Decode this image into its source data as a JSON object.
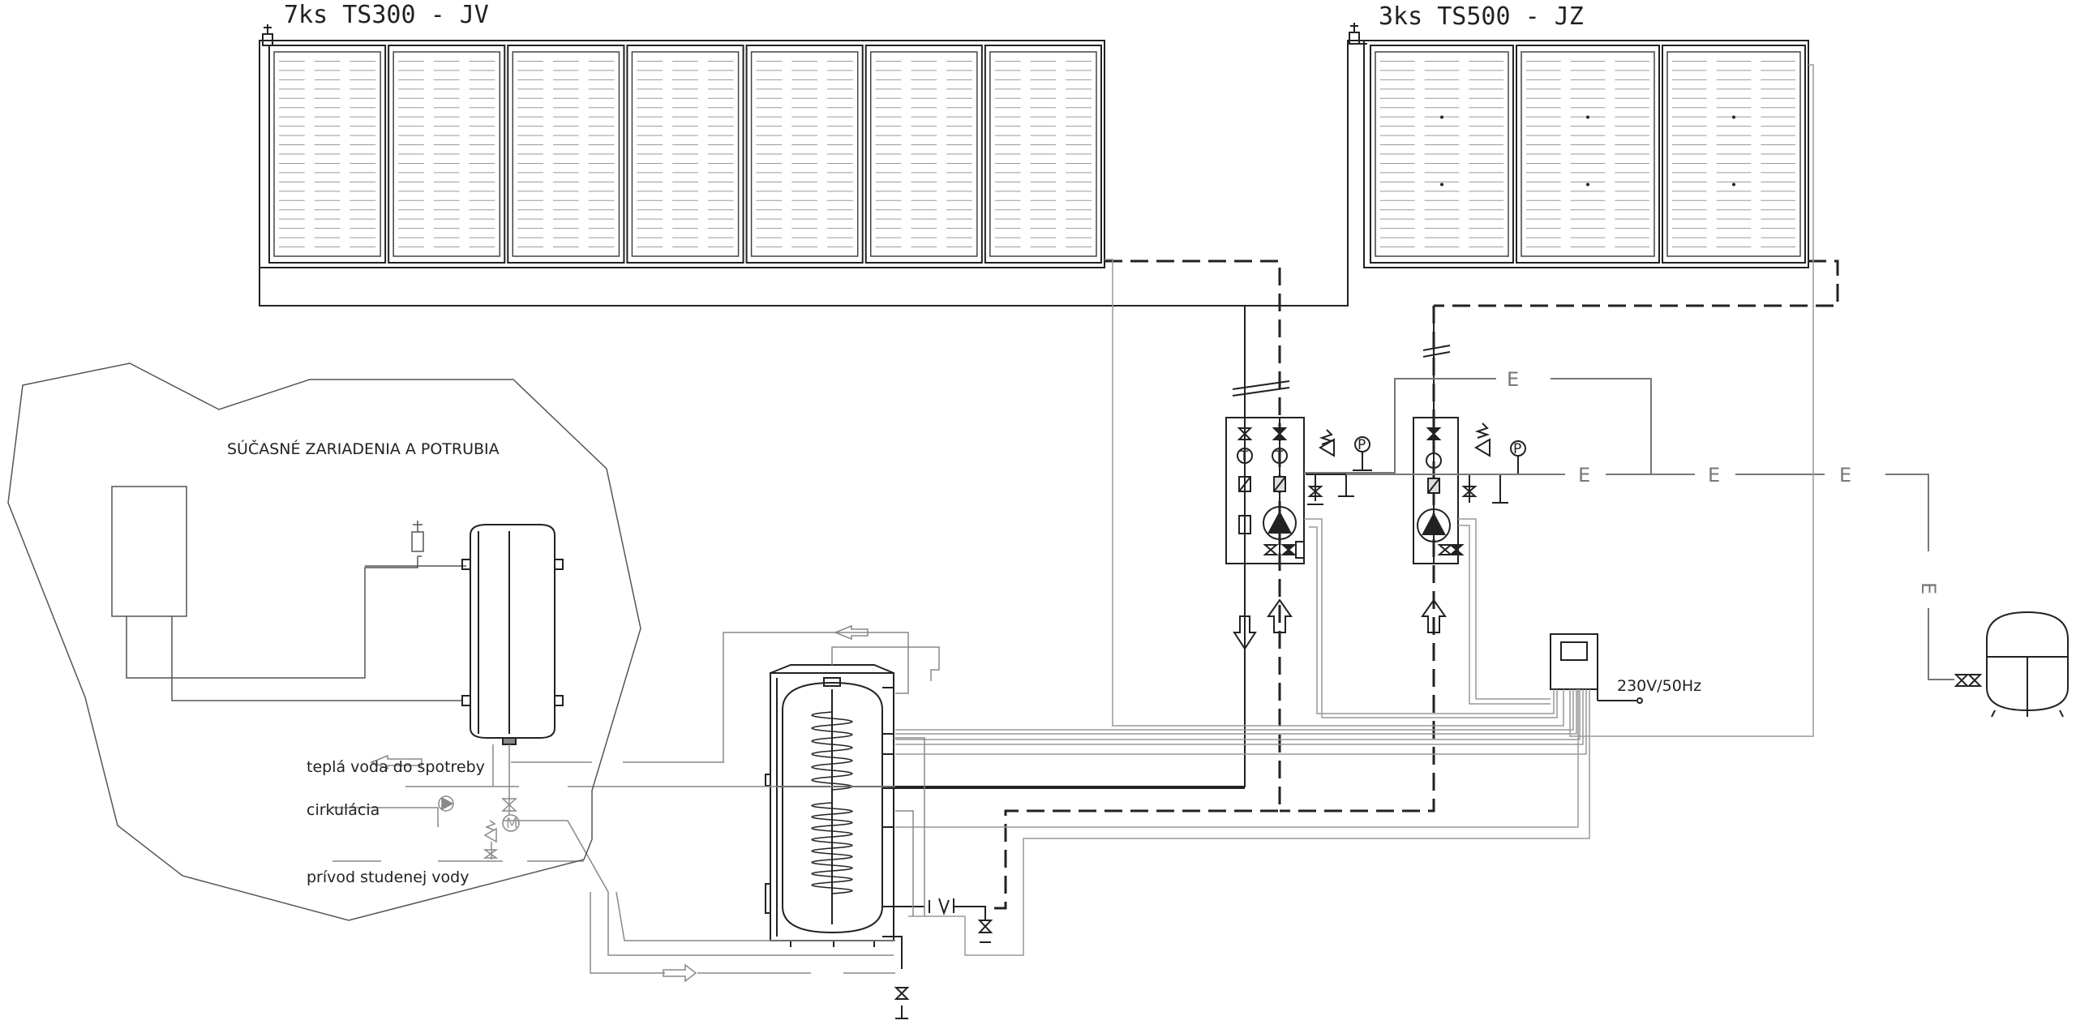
{
  "arrays": [
    {
      "id": "west",
      "label": "7ks TS300 - JV",
      "count": 7
    },
    {
      "id": "east",
      "label": "3ks TS500 - JZ",
      "count": 3
    }
  ],
  "existing_area": {
    "label": "SÚČASNÉ ZARIADENIA A POTRUBIA"
  },
  "labels": {
    "hot_water": "teplá voda do spotreby",
    "circulation": "cirkulácia",
    "cold_water": "prívod studenej vody",
    "power": "230V/50Hz"
  },
  "valve_symbols": {
    "motor": "M",
    "pressure": "P",
    "temperature": "T"
  },
  "pipe_markers": [
    {
      "id": "e1",
      "text": "E"
    },
    {
      "id": "e2",
      "text": "E"
    },
    {
      "id": "e3",
      "text": "E"
    },
    {
      "id": "e4",
      "text": "E"
    },
    {
      "id": "e5",
      "text": "E"
    }
  ],
  "colors": {
    "line": "#222222",
    "thin": "#777777",
    "faint": "#aaaaaa"
  }
}
